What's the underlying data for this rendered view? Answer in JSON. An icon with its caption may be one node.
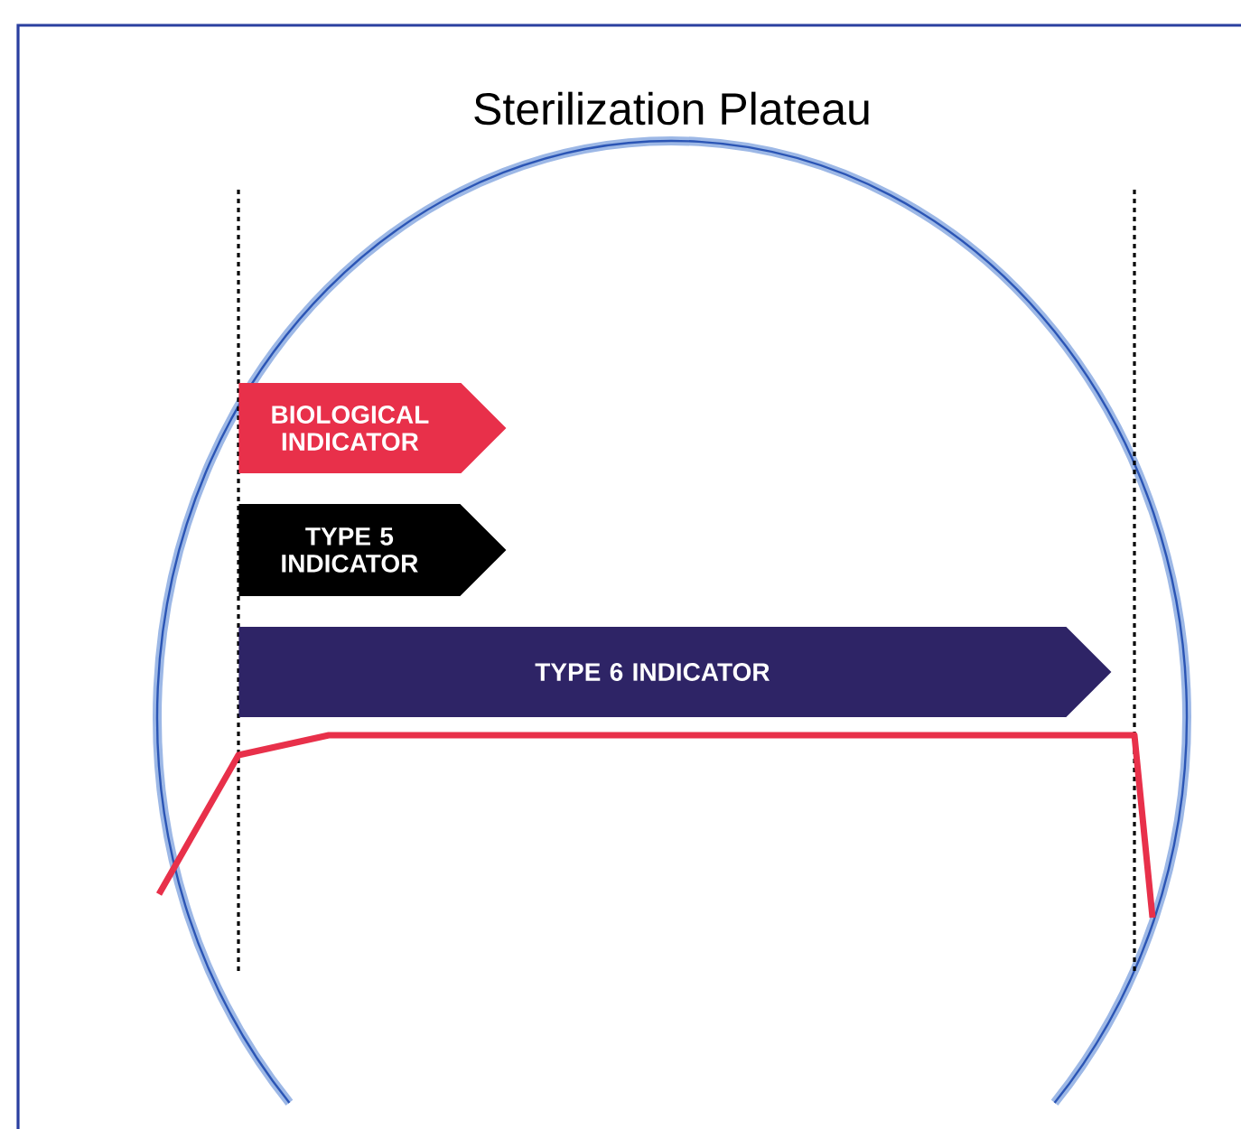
{
  "diagram": {
    "title": "Sterilization Plateau",
    "nodes": [
      {
        "text": [
          "BIOLOGICAL INDICATOR"
        ]
      },
      {
        "text": [
          "TYPE 5 INDICATOR"
        ]
      },
      {
        "text": [
          "TYPE 6 INDICATOR"
        ]
      }
    ]
  }
}
